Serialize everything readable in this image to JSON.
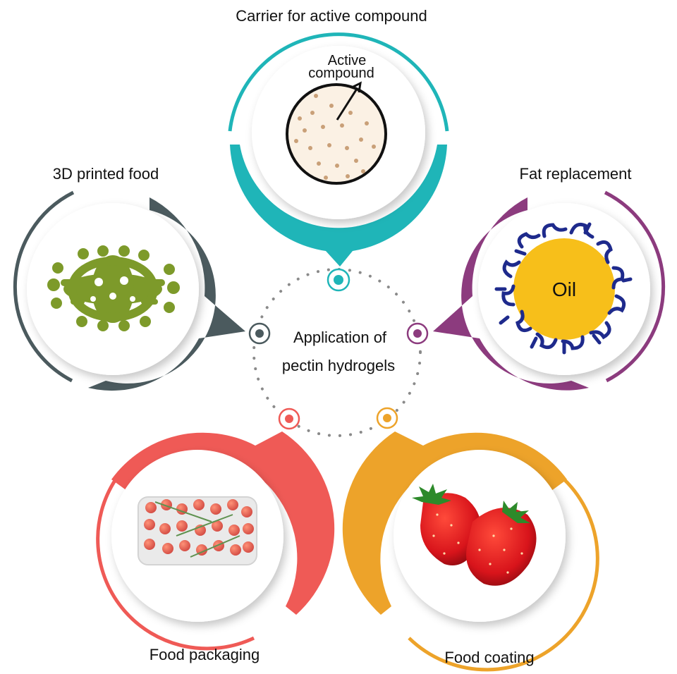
{
  "center": {
    "line1": "Application of",
    "line2": "pectin hydrogels"
  },
  "nodes": [
    {
      "id": "carrier",
      "label": "Carrier for active compound",
      "color": "#1fb5b8",
      "inner_label_1": "Active",
      "inner_label_2": "compound"
    },
    {
      "id": "fat",
      "label": "Fat replacement",
      "color": "#8c3b7e",
      "inner_label": "Oil"
    },
    {
      "id": "coating",
      "label": "Food coating",
      "color": "#eda32a"
    },
    {
      "id": "packaging",
      "label": "Food packaging",
      "color": "#ef5a56"
    },
    {
      "id": "printed",
      "label": "3D printed food",
      "color": "#4b5a5e"
    }
  ]
}
